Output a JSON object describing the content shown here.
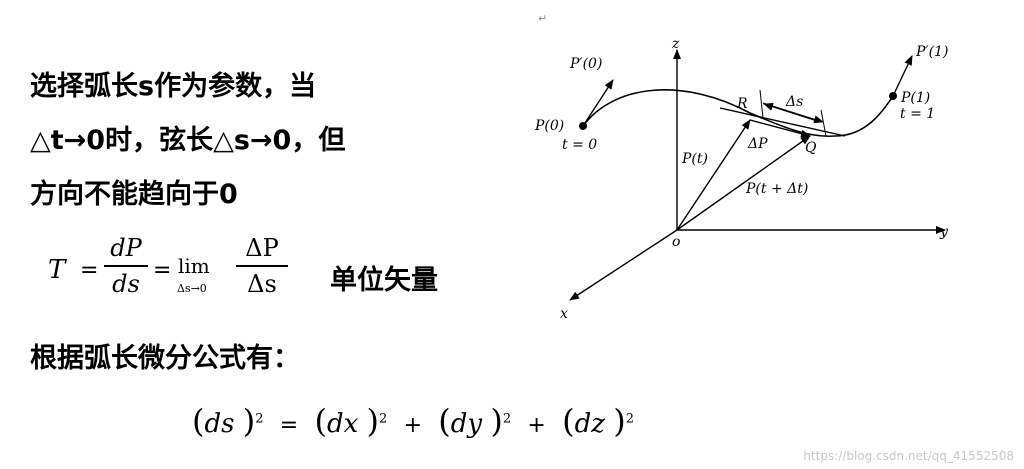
{
  "text": {
    "line1": "选择弧长s作为参数，当",
    "line2": "△t→0时，弦长△s→0，但",
    "line3": "方向不能趋向于0",
    "unit_vector": "单位矢量",
    "line5": "根据弧长微分公式有："
  },
  "tangent_formula": {
    "lhs": "T",
    "eq": "=",
    "frac1_num": "dP",
    "frac1_den": "ds",
    "lim": "lim",
    "lim_sub": "Δs→0",
    "frac2_num": "ΔP",
    "frac2_den": "Δs"
  },
  "arc_formula": {
    "t1": "ds",
    "t2": "dx",
    "t3": "dy",
    "t4": "dz",
    "exp": "2",
    "eq": "=",
    "plus": "+"
  },
  "diagram": {
    "return_mark": "↵",
    "z": "z",
    "y": "y",
    "x": "x",
    "o": "o",
    "P0": "P(0)",
    "t0": "t = 0",
    "Pp0": "P′(0)",
    "P1": "P(1)",
    "t1": "t = 1",
    "Pp1": "P′(1)",
    "R": "R",
    "ds": "Δs",
    "dP": "ΔP",
    "Q": "Q",
    "Pt": "P(t)",
    "Ptdt": "P(t + Δt)"
  },
  "watermark": "https://blog.csdn.net/qq_41552508"
}
